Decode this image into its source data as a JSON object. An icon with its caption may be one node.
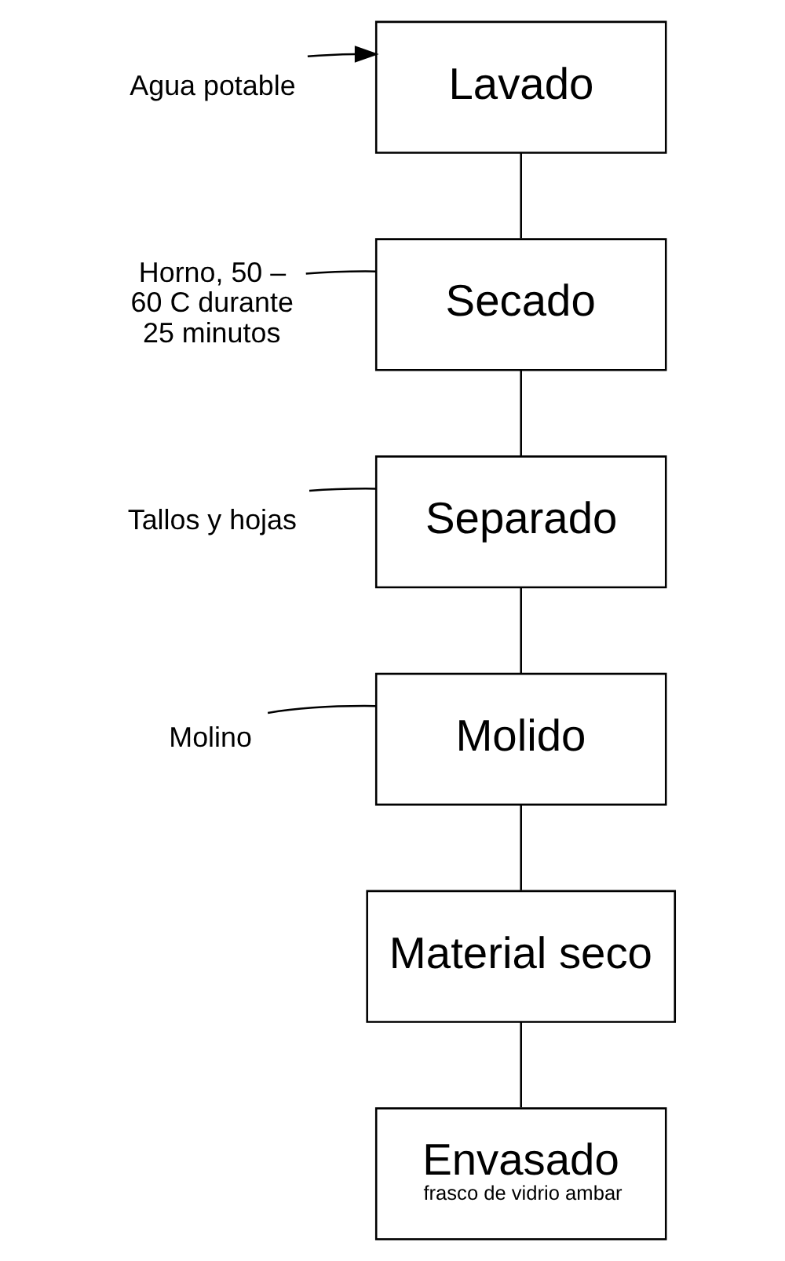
{
  "diagram": {
    "nodes": [
      {
        "text": [
          "Lavado"
        ]
      },
      {
        "text": [
          "Secado"
        ]
      },
      {
        "text": [
          "Separado"
        ]
      },
      {
        "text": [
          "Molido"
        ]
      },
      {
        "text": [
          "Material seco"
        ]
      },
      {
        "text": [
          "Envasado",
          "frasco de vidrio ambar"
        ]
      },
      {
        "text": [
          "Agua potable"
        ]
      },
      {
        "text": [
          "Horno, 50 – 60 C durante 25 minutos"
        ]
      },
      {
        "text": [
          "Tallos y hojas"
        ]
      },
      {
        "text": [
          "Molino"
        ]
      }
    ],
    "edges": [
      {
        "from": 6,
        "to": 0,
        "arrow": "to"
      },
      {
        "from": 0,
        "to": 1,
        "arrow": "none"
      },
      {
        "from": 7,
        "to": 1,
        "arrow": "none"
      },
      {
        "from": 1,
        "to": 2,
        "arrow": "none"
      },
      {
        "from": 8,
        "to": 2,
        "arrow": "none"
      },
      {
        "from": 2,
        "to": 3,
        "arrow": "none"
      },
      {
        "from": 9,
        "to": 3,
        "arrow": "none"
      },
      {
        "from": 3,
        "to": 4,
        "arrow": "none"
      },
      {
        "from": 4,
        "to": 5,
        "arrow": "none"
      }
    ]
  }
}
